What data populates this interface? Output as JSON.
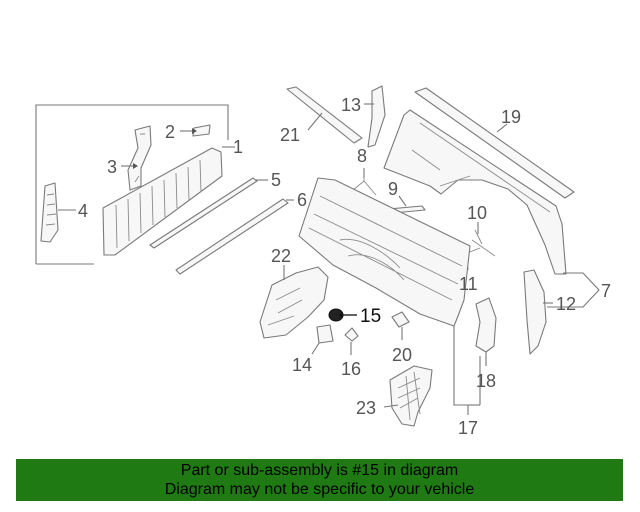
{
  "callouts": {
    "c1": "1",
    "c2": "2",
    "c3": "3",
    "c4": "4",
    "c5": "5",
    "c6": "6",
    "c7": "7",
    "c8": "8",
    "c9": "9",
    "c10": "10",
    "c11": "11",
    "c12": "12",
    "c13": "13",
    "c14": "14",
    "c15": "15",
    "c16": "16",
    "c17": "17",
    "c18": "18",
    "c19": "19",
    "c20": "20",
    "c21": "21",
    "c22": "22",
    "c23": "23"
  },
  "highlighted_part": "15",
  "banner": {
    "line1": "Part or sub-assembly is #15 in diagram",
    "line2": "Diagram may not be specific to your vehicle",
    "background": "#1f7a13"
  }
}
